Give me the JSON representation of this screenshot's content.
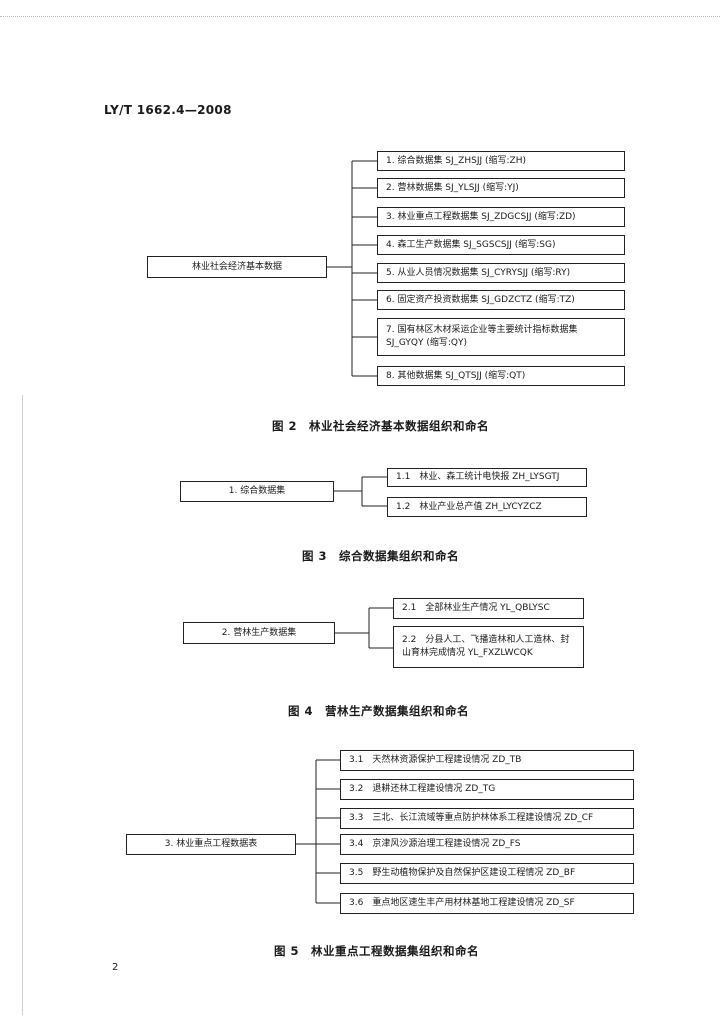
{
  "header": {
    "standard_no": "LY/T 1662.4—2008"
  },
  "page_number": "2",
  "figure2": {
    "caption": "图 2　林业社会经济基本数据组织和命名",
    "root": "林业社会经济基本数据",
    "items": [
      "1. 综合数据集 SJ_ZHSJJ (缩写:ZH)",
      "2. 营林数据集 SJ_YLSJJ (缩写:YJ)",
      "3. 林业重点工程数据集 SJ_ZDGCSJJ (缩写:ZD)",
      "4. 森工生产数据集 SJ_SGSCSJJ (缩写:SG)",
      "5. 从业人员情况数据集 SJ_CYRYSJJ (缩写:RY)",
      "6. 固定资产投资数据集 SJ_GDZCTZ (缩写:TZ)",
      "7. 国有林区木材采运企业等主要统计指标数据集 SJ_GYQY (缩写:QY)",
      "8. 其他数据集 SJ_QTSJJ (缩写:QT)"
    ]
  },
  "figure3": {
    "caption": "图 3　综合数据集组织和命名",
    "root": "1. 综合数据集",
    "items": [
      "1.1　林业、森工统计电快报 ZH_LYSGTJ",
      "1.2　林业产业总产值 ZH_LYCYZCZ"
    ]
  },
  "figure4": {
    "caption": "图 4　营林生产数据集组织和命名",
    "root": "2. 营林生产数据集",
    "items": [
      "2.1　全部林业生产情况 YL_QBLYSC",
      "2.2　分县人工、飞播造林和人工造林、封山育林完成情况 YL_FXZLWCQK"
    ]
  },
  "figure5": {
    "caption": "图 5　林业重点工程数据集组织和命名",
    "root": "3. 林业重点工程数据表",
    "items": [
      "3.1　天然林资源保护工程建设情况 ZD_TB",
      "3.2　退耕还林工程建设情况 ZD_TG",
      "3.3　三北、长江流域等重点防护林体系工程建设情况 ZD_CF",
      "3.4　京津风沙源治理工程建设情况 ZD_FS",
      "3.5　野生动植物保护及自然保护区建设工程情况 ZD_BF",
      "3.6　重点地区速生丰产用材林基地工程建设情况 ZD_SF"
    ]
  }
}
